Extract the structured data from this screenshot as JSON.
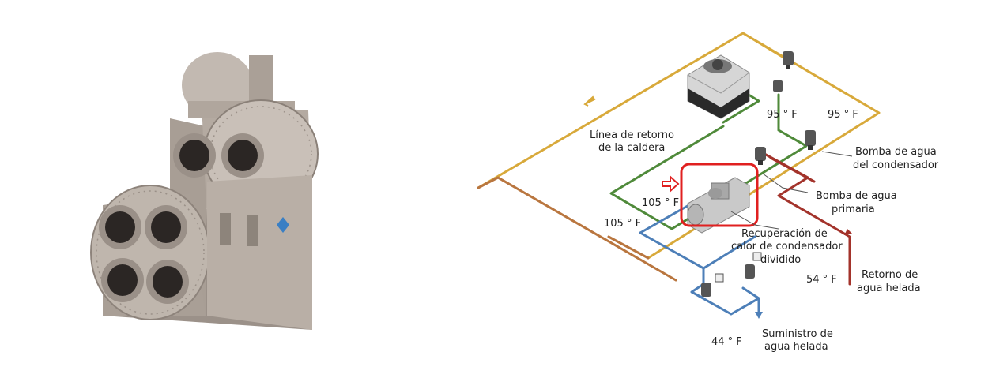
{
  "colors": {
    "yellow_pipe": "#d8a93a",
    "copper_pipe": "#b9763f",
    "green_pipe": "#4f8a3a",
    "blue_pipe": "#4d7fb8",
    "red_pipe": "#a3332b",
    "highlight": "#e02020"
  },
  "diagram": {
    "labels": {
      "boiler_return_1": "Línea de retorno",
      "boiler_return_2": "de la caldera",
      "temp_95_a": "95 ° F",
      "temp_95_b": "95 ° F",
      "cond_pump_1": "Bomba de agua",
      "cond_pump_2": "del condensador",
      "primary_pump_1": "Bomba de agua",
      "primary_pump_2": "primaria",
      "temp_105_a": "105 ° F",
      "temp_105_b": "105 ° F",
      "recovery_1": "Recuperación de",
      "recovery_2": "calor de condensador",
      "recovery_3": "dividido",
      "temp_54": "54 ° F",
      "chilled_return_1": "Retorno de",
      "chilled_return_2": "agua helada",
      "chilled_supply_1": "Suministro de",
      "chilled_supply_2": "agua helada",
      "temp_44": "44 ° F"
    }
  }
}
